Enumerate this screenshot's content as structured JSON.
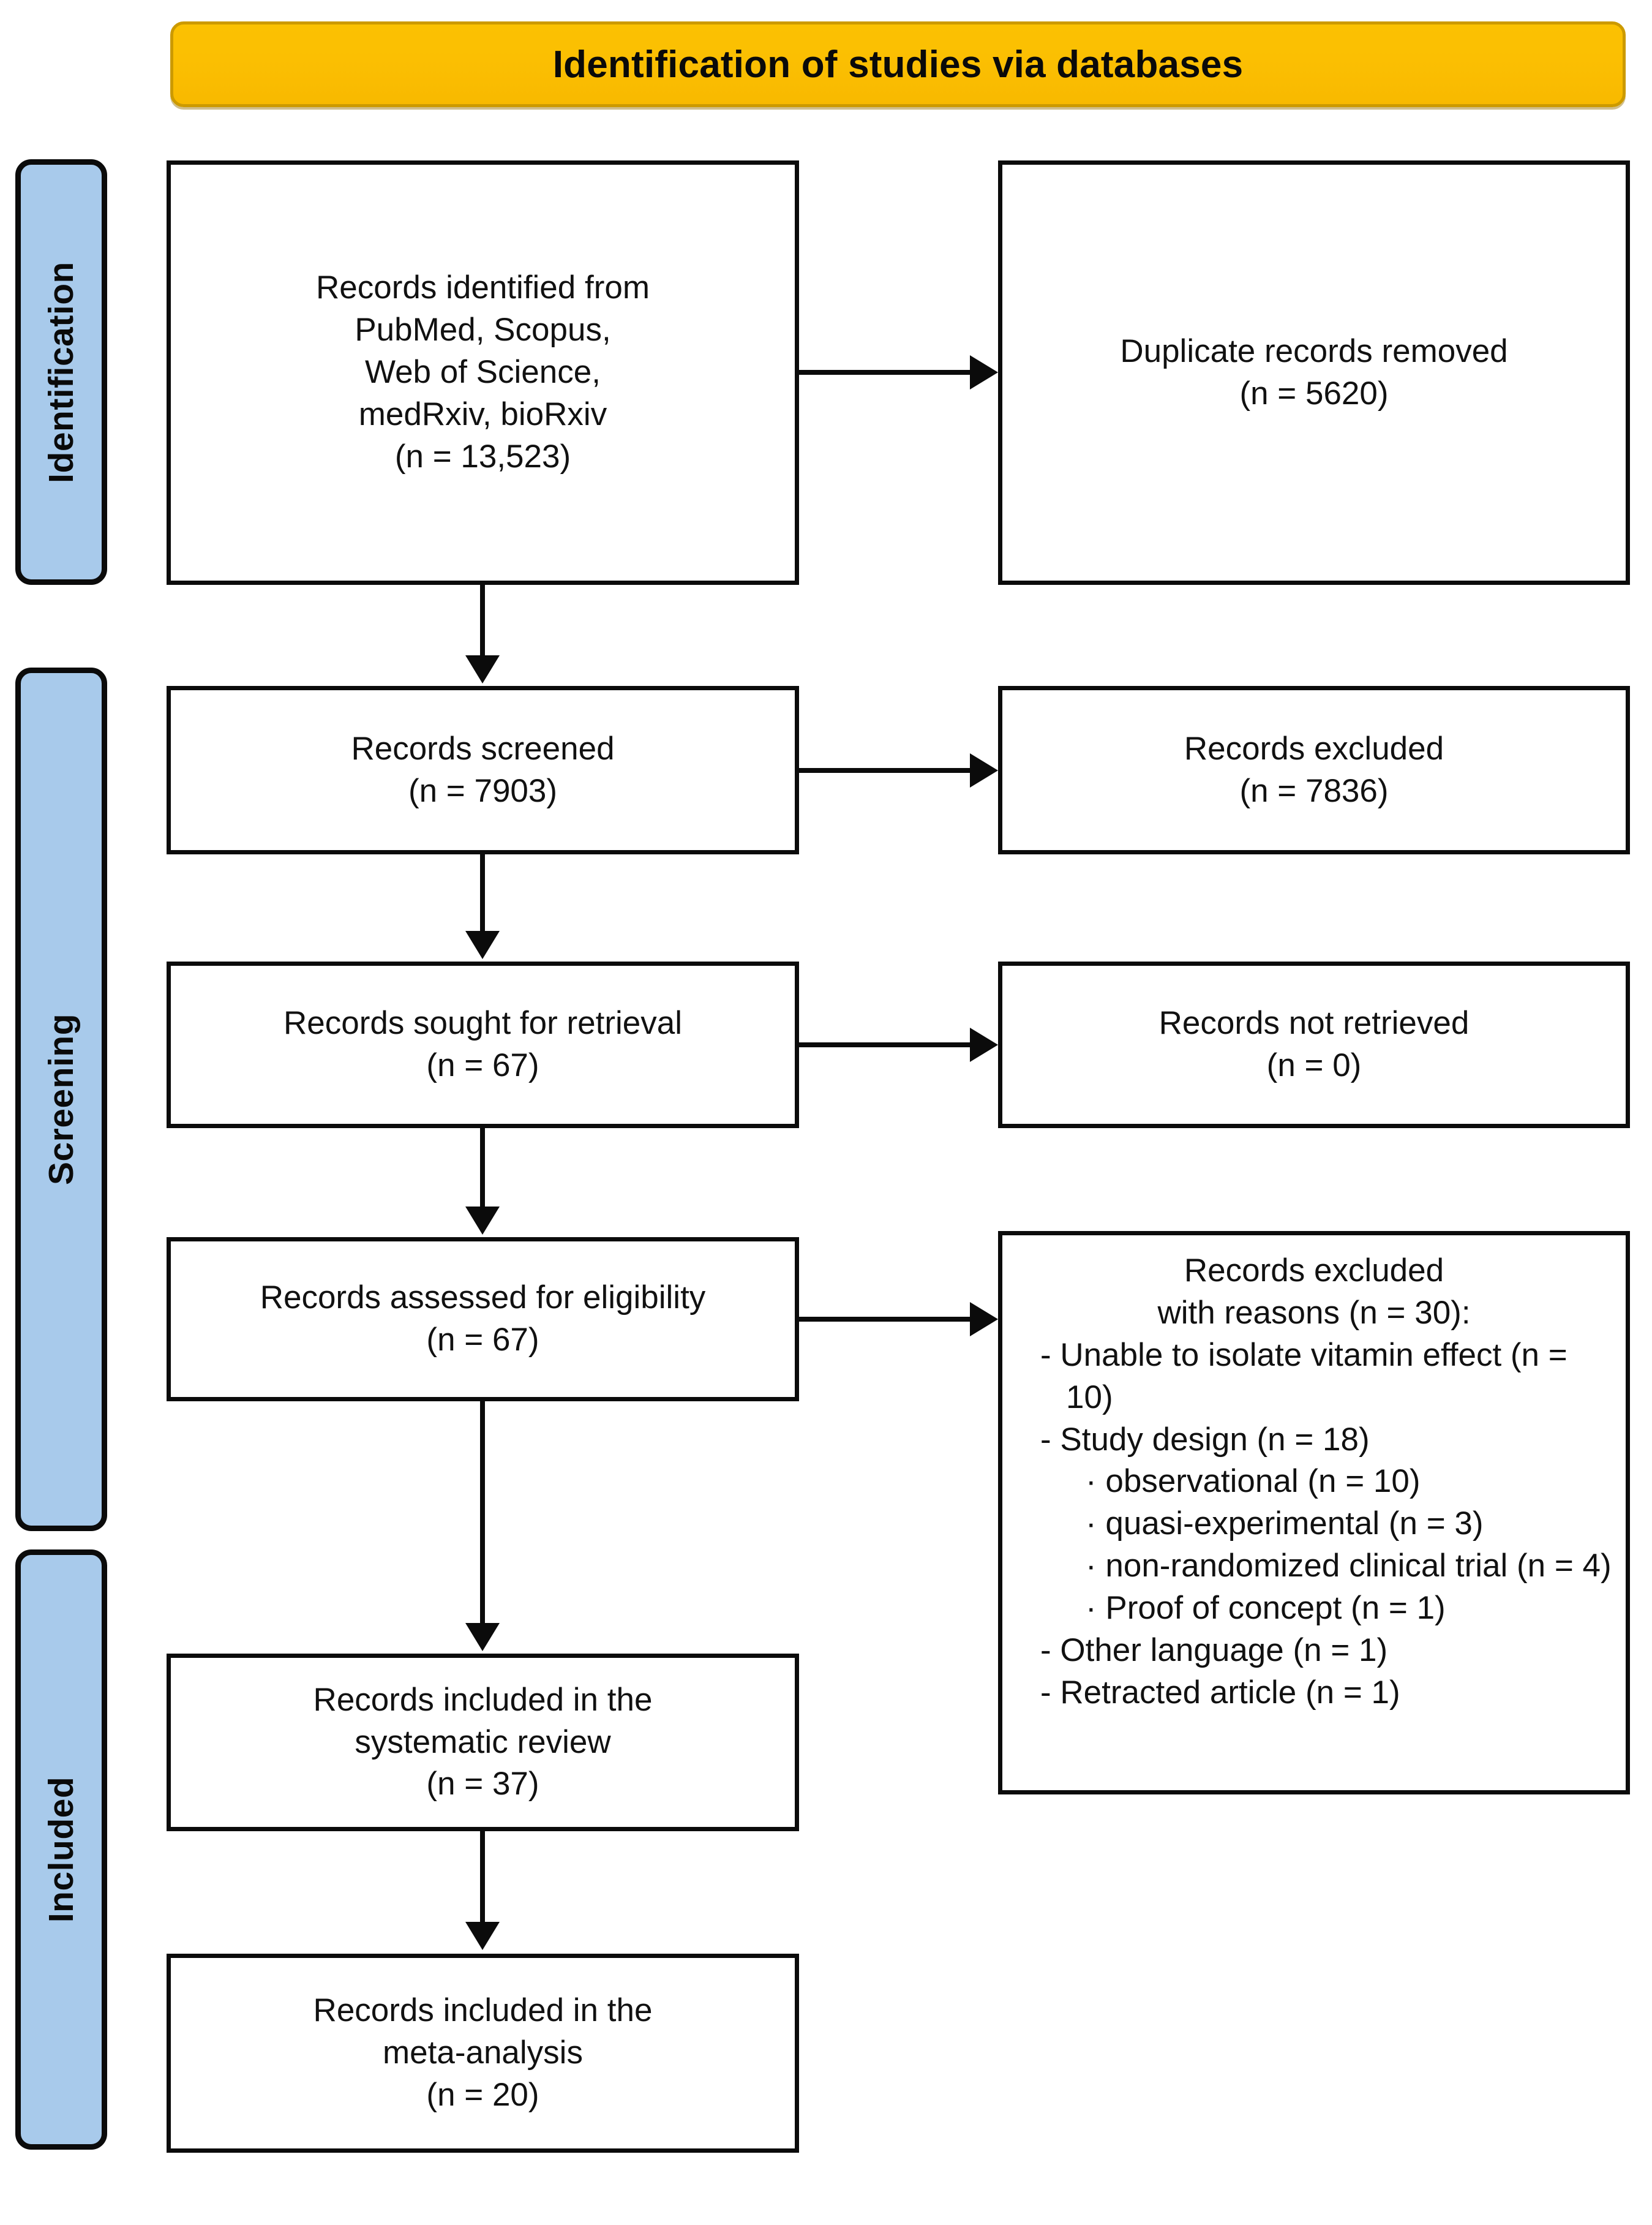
{
  "banner": {
    "title": "Identification of studies via databases",
    "fill_color": "#FBBD06",
    "border_color": "#CC9A00"
  },
  "stages": [
    {
      "key": "identification",
      "label": "Identification",
      "fill_color": "#A8CAEB"
    },
    {
      "key": "screening",
      "label": "Screening",
      "fill_color": "#A8CAEB"
    },
    {
      "key": "included",
      "label": "Included",
      "fill_color": "#A8CAEB"
    }
  ],
  "boxes": {
    "identified": {
      "text": "Records identified from\nPubMed, Scopus,\nWeb of Science,\nmedRxiv, bioRxiv\n(n = 13,523)"
    },
    "duplicates_removed": {
      "text": "Duplicate records removed\n(n = 5620)"
    },
    "screened": {
      "text": "Records screened\n(n = 7903)"
    },
    "excluded": {
      "text": "Records excluded\n(n = 7836)"
    },
    "sought_retrieval": {
      "text": "Records sought for retrieval\n(n = 67)"
    },
    "not_retrieved": {
      "text": "Records not retrieved\n(n = 0)"
    },
    "assessed_eligibility": {
      "text": "Records assessed for eligibility\n(n = 67)"
    },
    "excluded_reasons": {
      "heading": "Records excluded\nwith reasons (n = 30):",
      "items": [
        {
          "level": 1,
          "text": "-  Unable to isolate vitamin effect (n = 10)"
        },
        {
          "level": 1,
          "text": "-  Study design (n = 18)"
        },
        {
          "level": 2,
          "text": "·  observational (n = 10)"
        },
        {
          "level": 2,
          "text": "·  quasi-experimental (n = 3)"
        },
        {
          "level": 2,
          "text": "·  non-randomized clinical trial (n = 4)"
        },
        {
          "level": 2,
          "text": "·  Proof of concept (n = 1)"
        },
        {
          "level": 1,
          "text": "-  Other language (n = 1)"
        },
        {
          "level": 1,
          "text": "-  Retracted article (n = 1)"
        }
      ]
    },
    "included_review": {
      "text": "Records included in the\nsystematic review\n(n = 37)"
    },
    "included_meta": {
      "text": "Records included in the\nmeta-analysis\n(n = 20)"
    }
  },
  "chart_data": {
    "type": "diagram",
    "title": "Identification of studies via databases",
    "nodes": [
      {
        "id": "identified",
        "stage": "Identification",
        "column": "left",
        "label": "Records identified from PubMed, Scopus, Web of Science, medRxiv, bioRxiv",
        "n": 13523
      },
      {
        "id": "duplicates_removed",
        "stage": "Identification",
        "column": "right",
        "label": "Duplicate records removed",
        "n": 5620
      },
      {
        "id": "screened",
        "stage": "Screening",
        "column": "left",
        "label": "Records screened",
        "n": 7903
      },
      {
        "id": "excluded",
        "stage": "Screening",
        "column": "right",
        "label": "Records excluded",
        "n": 7836
      },
      {
        "id": "sought_retrieval",
        "stage": "Screening",
        "column": "left",
        "label": "Records sought for retrieval",
        "n": 67
      },
      {
        "id": "not_retrieved",
        "stage": "Screening",
        "column": "right",
        "label": "Records not retrieved",
        "n": 0
      },
      {
        "id": "assessed_eligibility",
        "stage": "Screening",
        "column": "left",
        "label": "Records assessed for eligibility",
        "n": 67
      },
      {
        "id": "excluded_reasons",
        "stage": "Screening",
        "column": "right",
        "label": "Records excluded with reasons",
        "n": 30
      },
      {
        "id": "included_review",
        "stage": "Included",
        "column": "left",
        "label": "Records included in the systematic review",
        "n": 37
      },
      {
        "id": "included_meta",
        "stage": "Included",
        "column": "left",
        "label": "Records included in the meta-analysis",
        "n": 20
      }
    ],
    "exclusion_reasons": [
      {
        "reason": "Unable to isolate vitamin effect",
        "n": 10
      },
      {
        "reason": "Study design",
        "n": 18,
        "sub": [
          {
            "reason": "observational",
            "n": 10
          },
          {
            "reason": "quasi-experimental",
            "n": 3
          },
          {
            "reason": "non-randomized clinical trial",
            "n": 4
          },
          {
            "reason": "Proof of concept",
            "n": 1
          }
        ]
      },
      {
        "reason": "Other language",
        "n": 1
      },
      {
        "reason": "Retracted article",
        "n": 1
      }
    ],
    "edges": [
      {
        "from": "identified",
        "to": "duplicates_removed",
        "direction": "right"
      },
      {
        "from": "identified",
        "to": "screened",
        "direction": "down"
      },
      {
        "from": "screened",
        "to": "excluded",
        "direction": "right"
      },
      {
        "from": "screened",
        "to": "sought_retrieval",
        "direction": "down"
      },
      {
        "from": "sought_retrieval",
        "to": "not_retrieved",
        "direction": "right"
      },
      {
        "from": "sought_retrieval",
        "to": "assessed_eligibility",
        "direction": "down"
      },
      {
        "from": "assessed_eligibility",
        "to": "excluded_reasons",
        "direction": "right"
      },
      {
        "from": "assessed_eligibility",
        "to": "included_review",
        "direction": "down"
      },
      {
        "from": "included_review",
        "to": "included_meta",
        "direction": "down"
      }
    ]
  }
}
